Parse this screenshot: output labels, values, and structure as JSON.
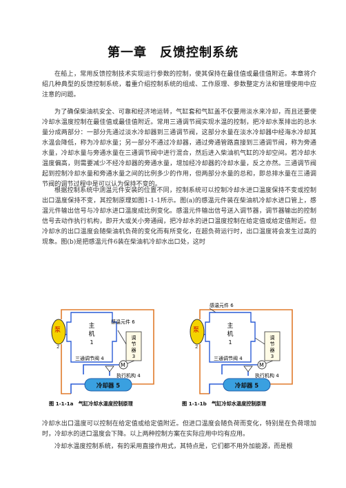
{
  "chapter_title": "第一章　反馈控制系统",
  "paragraphs": [
    "在船上，常用反馈控制技术实现运行参数的控制，使其保持在最佳值或最佳值附近。本章将介绍几种典型的反馈控制系统，着重介绍控制系统的组成、工作原理、参数整定方法和管理使用中应注意的问题。",
    "为了确保柴油机安全、可靠和经济地运转，气缸套和气缸盖不仅要用淡水来冷却，而且还要使冷却水温度控制在最佳值或最佳值附近。常用三通调节阀实现水温的控制，把冷却水泵排出的总水量分成两部分：一部分先通过淡水冷却器到三通调节阀，这部分水量在淡水冷却器中经海水冷却其水温会降低，称为冷却水量；另一部分不通过冷却器，通过旁通管路直接到三通调节阀，称为旁通水量，冷却水量与旁通水量在三通调节阀中进行混合，然后进入柴油机气缸的冷却空间。若冷却水温度偏高，则需要减少不经冷却器的旁通水量，增加经冷却器的冷却水量，反之亦然。三通调节阀起到控制冷却水量和旁通水量之间的比例多少的作用，但两部分水量的总和，即总排水量在三通调节阀的调节过程中是可以认为保持不变的。",
    "根据控制系统中测温元件安装的位置不同，控制系统可以控制冷却水进口温度保持不变或控制出口温度保持不变，其控制原理如图1-1-1所示。图(a)的感温元件装在柴油机冷却水进口管上，感温元件输出信号与冷却水进口温度成比例变化。感温元件输出信号送入调节器，调节器输出的控制信号去动作执行机构，即开大或关小旁通阀，把冷却水的进口温度控制在给定值或给定值附近。但冷却水的出口温度会随柴油机负荷的变化而有所变化，在超负荷运行时，出口温度将会发生过高的现象。图(b)是把感温元件6装在柴油机冷却水出口处，这时",
    "冷却水出口温度可以控制在给定值或给定值附近。但进口温度会随负荷而变化，特别是在负荷增加时，冷却水的进口温度会下降。以上两种控制方案在实际应用中均有应用。",
    "冷却水温度控制系统，有的采用直接作用式，其特点是，它们都不用外加能源，而是根"
  ],
  "figure_a": {
    "caption": "图 1-1-1a　气缸冷却水温度控制原理",
    "pump": "泵",
    "pump_num": "2",
    "engine": [
      "主",
      "机",
      "1"
    ],
    "controller": [
      "调",
      "节",
      "器",
      "3"
    ],
    "sensor": "感温元件 6",
    "valve": "三通调节阀 4",
    "motor": "M",
    "actuator": "执行机构 4",
    "cooler": "冷却器 5"
  },
  "figure_b": {
    "caption": "图 1-1-1b　气缸冷却水温度控制原理",
    "pump": "泵",
    "pump_num": "2",
    "engine": [
      "主",
      "机",
      "1"
    ],
    "controller": [
      "调",
      "节",
      "器",
      "3"
    ],
    "sensor": "感温元件 6",
    "valve": "三通调节阀 4",
    "motor": "M",
    "actuator": "执行机构 4",
    "cooler": "冷却器 5"
  }
}
